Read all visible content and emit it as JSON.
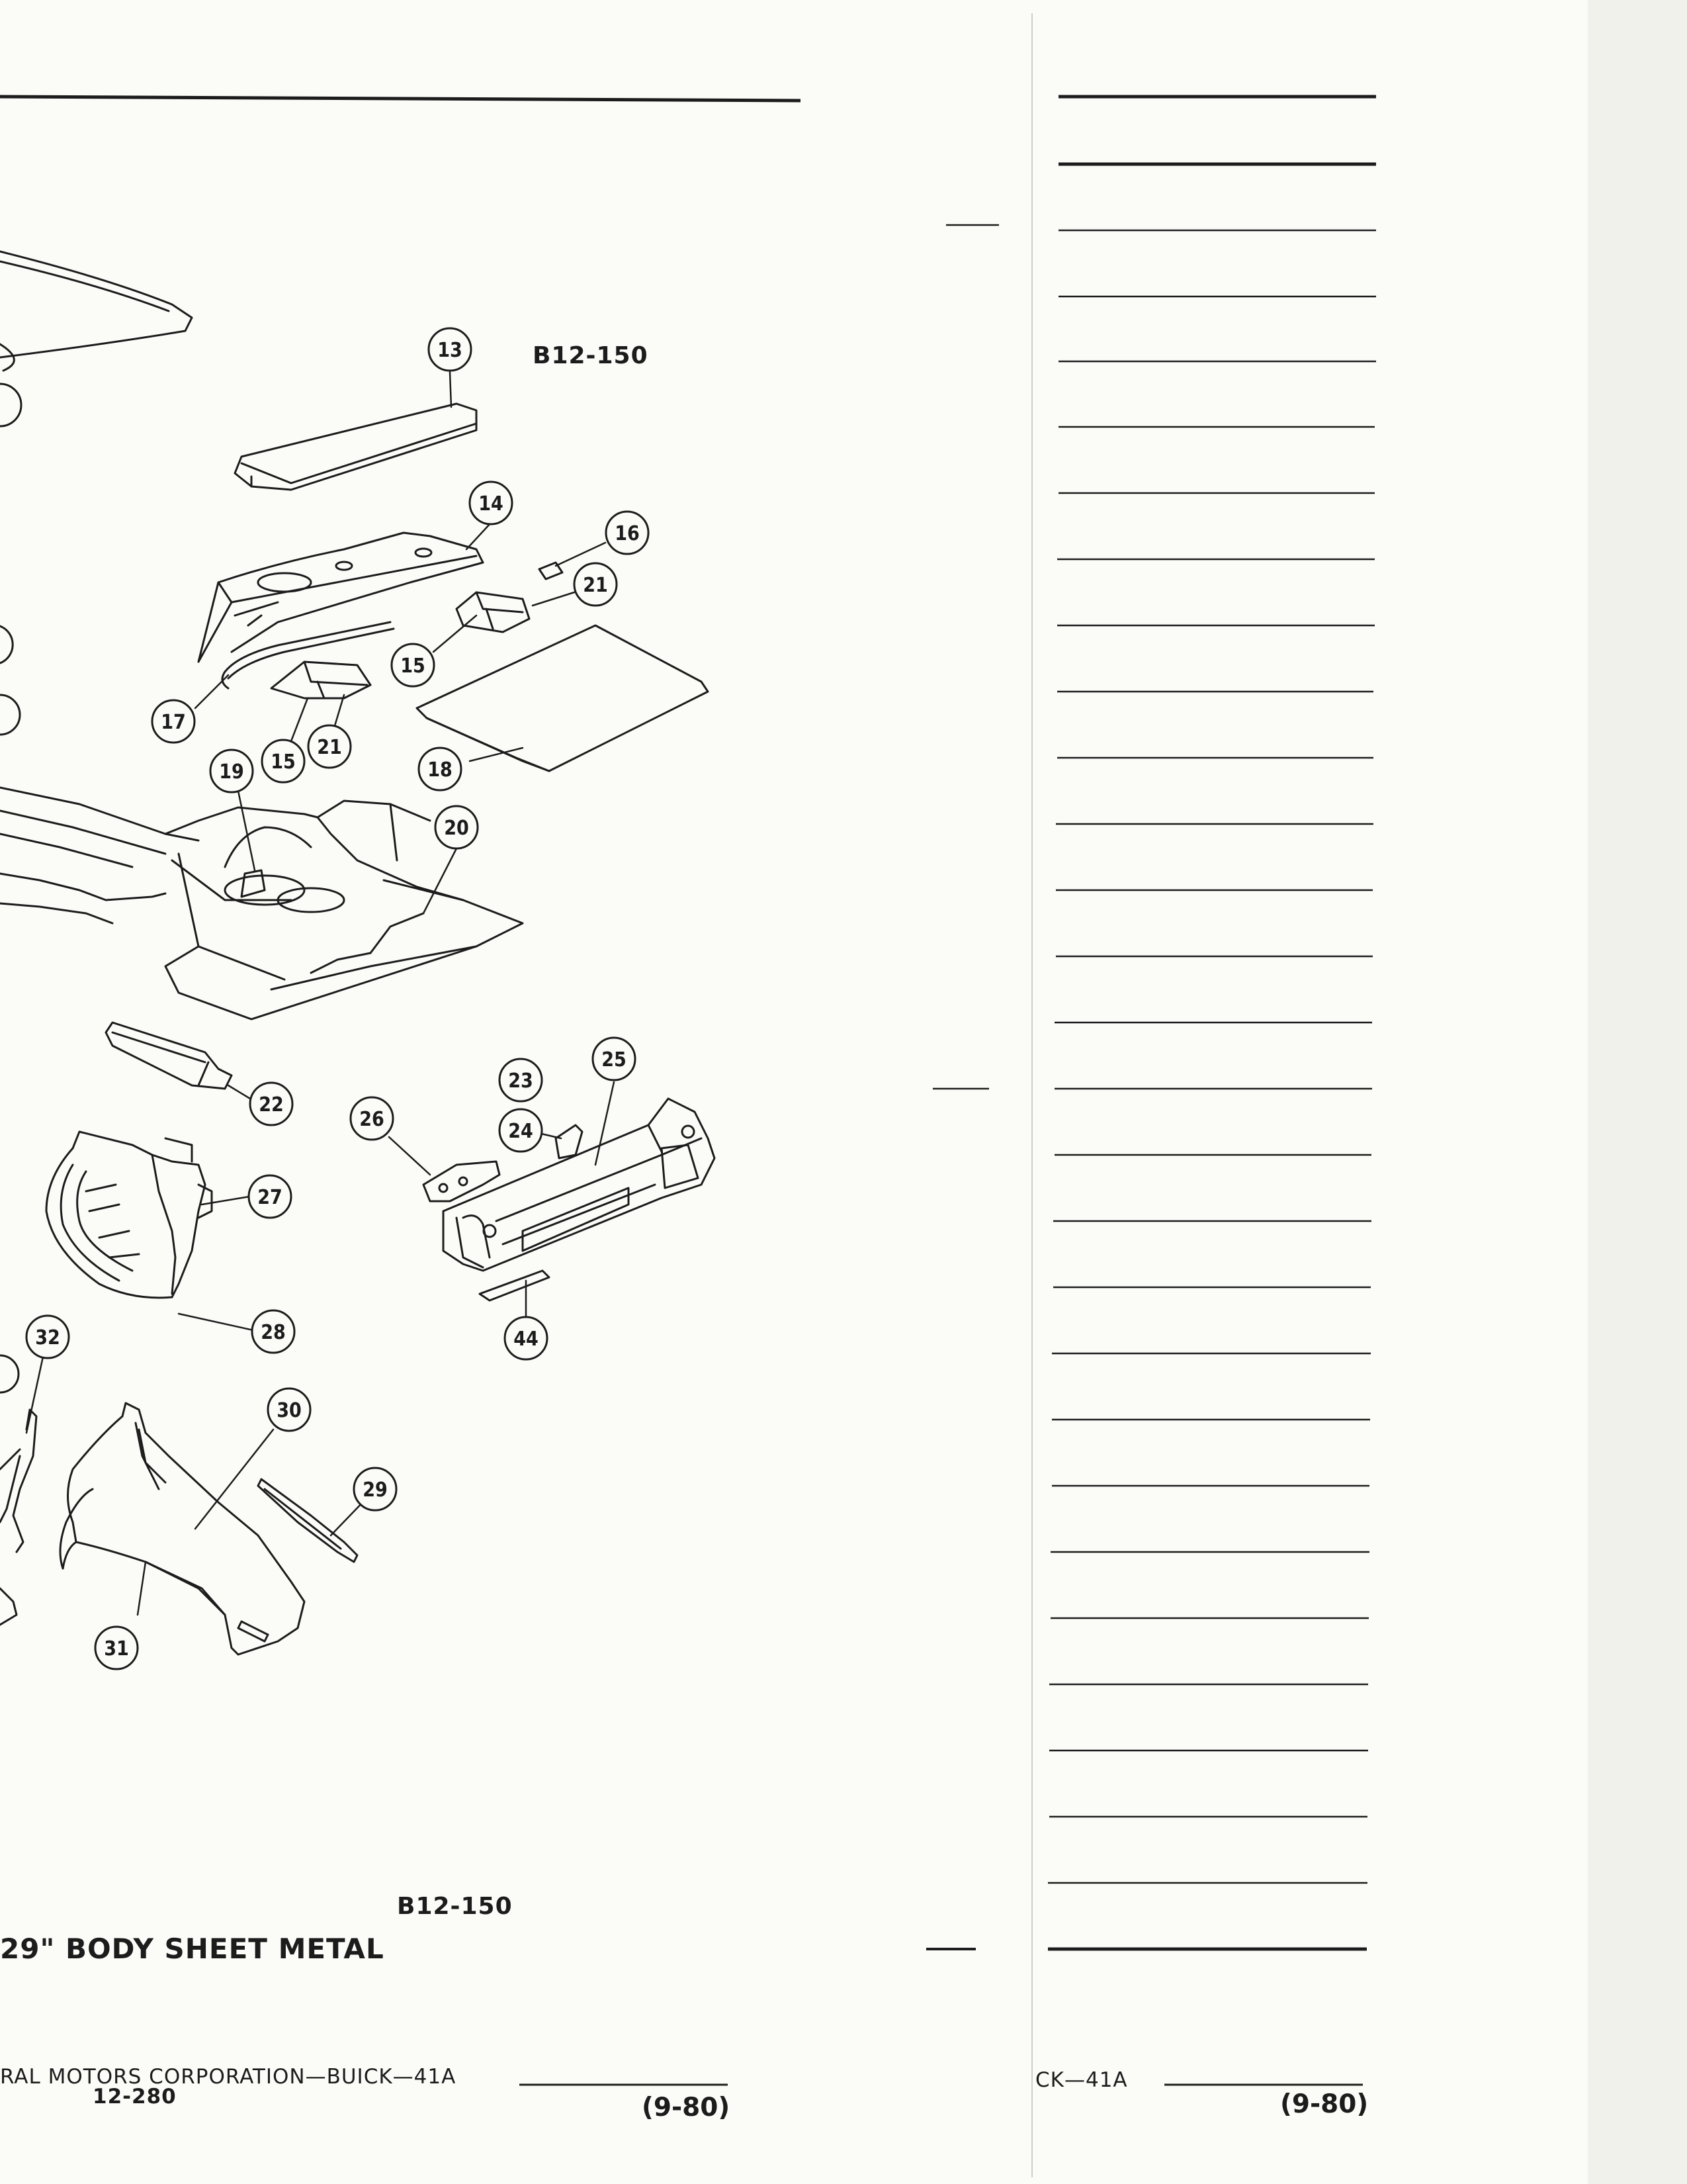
{
  "figure": {
    "code_top": "B12-150",
    "code_bottom": "B12-150",
    "caption": "29\" BODY SHEET METAL"
  },
  "callouts": [
    {
      "id": "c13",
      "label": "13"
    },
    {
      "id": "c14",
      "label": "14"
    },
    {
      "id": "c16",
      "label": "16"
    },
    {
      "id": "c21a",
      "label": "21"
    },
    {
      "id": "c15a",
      "label": "15"
    },
    {
      "id": "c17",
      "label": "17"
    },
    {
      "id": "c15b",
      "label": "15"
    },
    {
      "id": "c21b",
      "label": "21"
    },
    {
      "id": "c18",
      "label": "18"
    },
    {
      "id": "c19",
      "label": "19"
    },
    {
      "id": "c20",
      "label": "20"
    },
    {
      "id": "c22",
      "label": "22"
    },
    {
      "id": "c23",
      "label": "23"
    },
    {
      "id": "c24",
      "label": "24"
    },
    {
      "id": "c25",
      "label": "25"
    },
    {
      "id": "c26",
      "label": "26"
    },
    {
      "id": "c27",
      "label": "27"
    },
    {
      "id": "c28",
      "label": "28"
    },
    {
      "id": "c44",
      "label": "44"
    },
    {
      "id": "c32",
      "label": "32"
    },
    {
      "id": "c30",
      "label": "30"
    },
    {
      "id": "c29",
      "label": "29"
    },
    {
      "id": "c31",
      "label": "31"
    }
  ],
  "footer_left": {
    "company": "RAL MOTORS CORPORATION—BUICK—41A",
    "page_number": "12-280",
    "date": "(9-80)"
  },
  "footer_right": {
    "company": "CK—41A",
    "date": "(9-80)"
  }
}
